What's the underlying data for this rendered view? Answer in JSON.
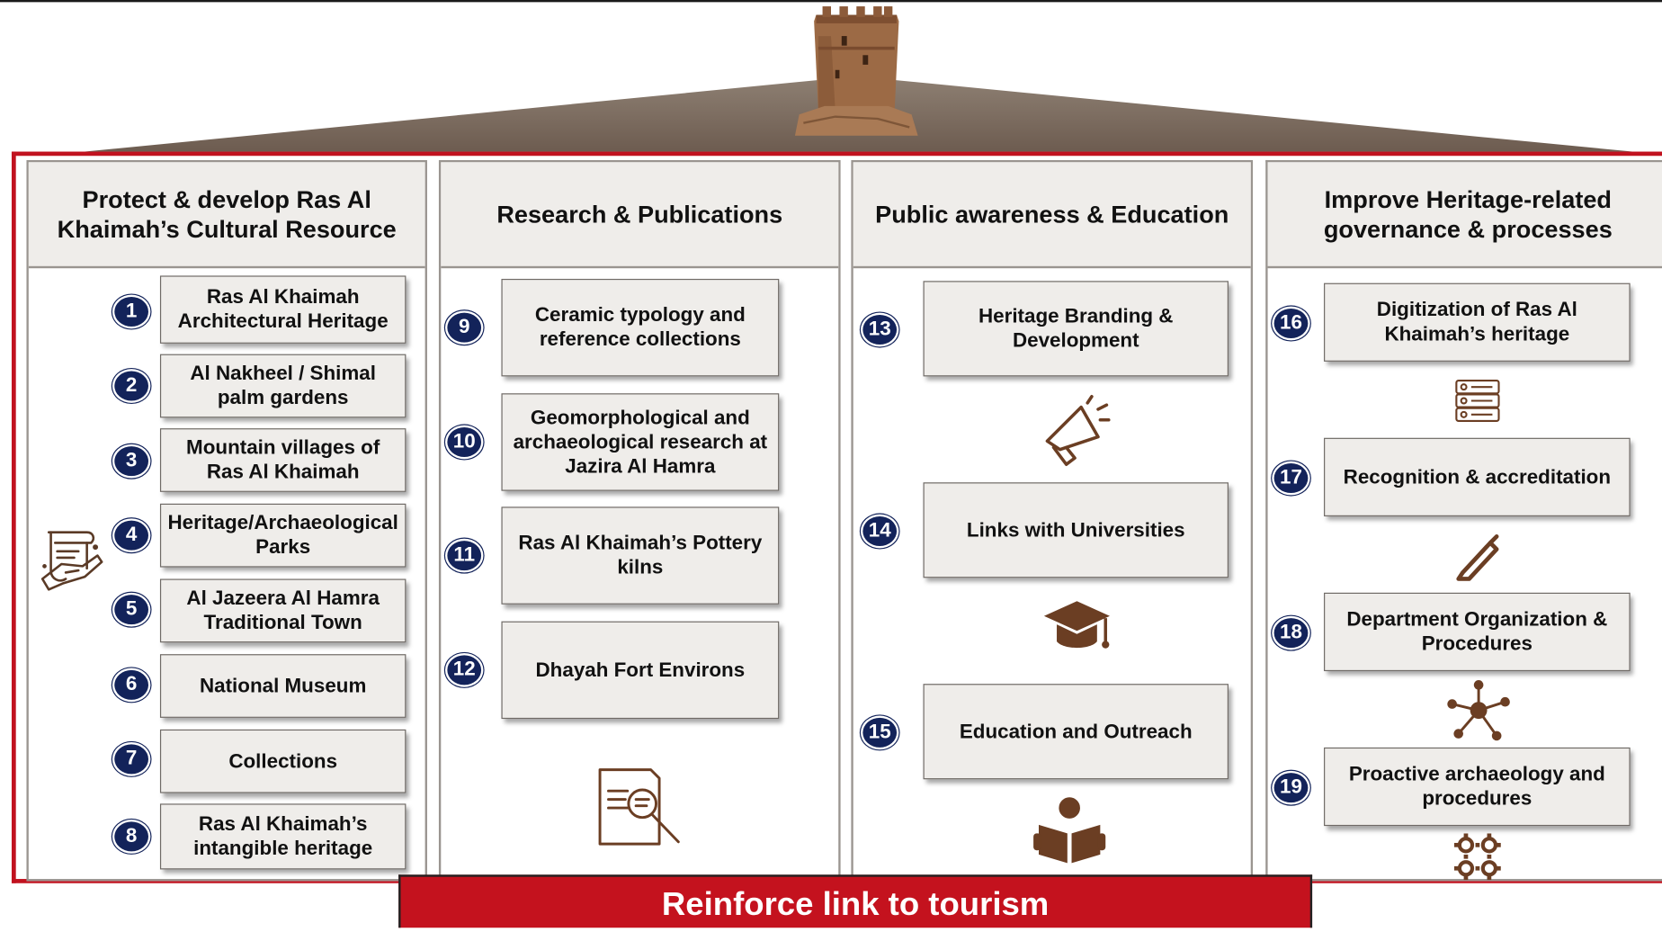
{
  "columns": [
    {
      "title": "Protect & develop  Ras Al Khaimah’s Cultural Resource",
      "items": [
        {
          "num": "1",
          "label": "Ras Al Khaimah Architectural Heritage"
        },
        {
          "num": "2",
          "label": "Al Nakheel / Shimal palm gardens"
        },
        {
          "num": "3",
          "label": "Mountain villages of Ras Al Khaimah"
        },
        {
          "num": "4",
          "label": "Heritage/Archaeological Parks"
        },
        {
          "num": "5",
          "label": "Al Jazeera Al Hamra Traditional Town"
        },
        {
          "num": "6",
          "label": "National Museum"
        },
        {
          "num": "7",
          "label": "Collections"
        },
        {
          "num": "8",
          "label": "Ras Al Khaimah’s intangible heritage"
        }
      ]
    },
    {
      "title": "Research & Publications",
      "items": [
        {
          "num": "9",
          "label": "Ceramic typology and reference collections"
        },
        {
          "num": "10",
          "label": "Geomorphological and archaeological research at Jazira Al Hamra"
        },
        {
          "num": "11",
          "label": "Ras Al Khaimah’s Pottery kilns"
        },
        {
          "num": "12",
          "label": "Dhayah Fort Environs"
        }
      ]
    },
    {
      "title": "Public awareness & Education",
      "items": [
        {
          "num": "13",
          "label": "Heritage Branding & Development"
        },
        {
          "num": "14",
          "label": "Links with Universities"
        },
        {
          "num": "15",
          "label": "Education and Outreach"
        }
      ]
    },
    {
      "title": "Improve Heritage-related governance & processes",
      "items": [
        {
          "num": "16",
          "label": "Digitization of Ras Al Khaimah’s heritage"
        },
        {
          "num": "17",
          "label": "Recognition & accreditation"
        },
        {
          "num": "18",
          "label": "Department Organization & Procedures"
        },
        {
          "num": "19",
          "label": "Proactive archaeology and procedures"
        }
      ]
    }
  ],
  "banner": "Reinforce link to tourism",
  "colors": {
    "frame": "#c1121f",
    "badge": "#13235a",
    "icon": "#6b3e23",
    "roof": "#7a6a5e",
    "box": "#efedea"
  },
  "icons": [
    "fort-tower-image",
    "scroll-hand-icon",
    "document-magnifier-icon",
    "megaphone-icon",
    "graduation-cap-icon",
    "reading-person-icon",
    "database-icon",
    "pen-icon",
    "network-icon",
    "gears-icon"
  ]
}
